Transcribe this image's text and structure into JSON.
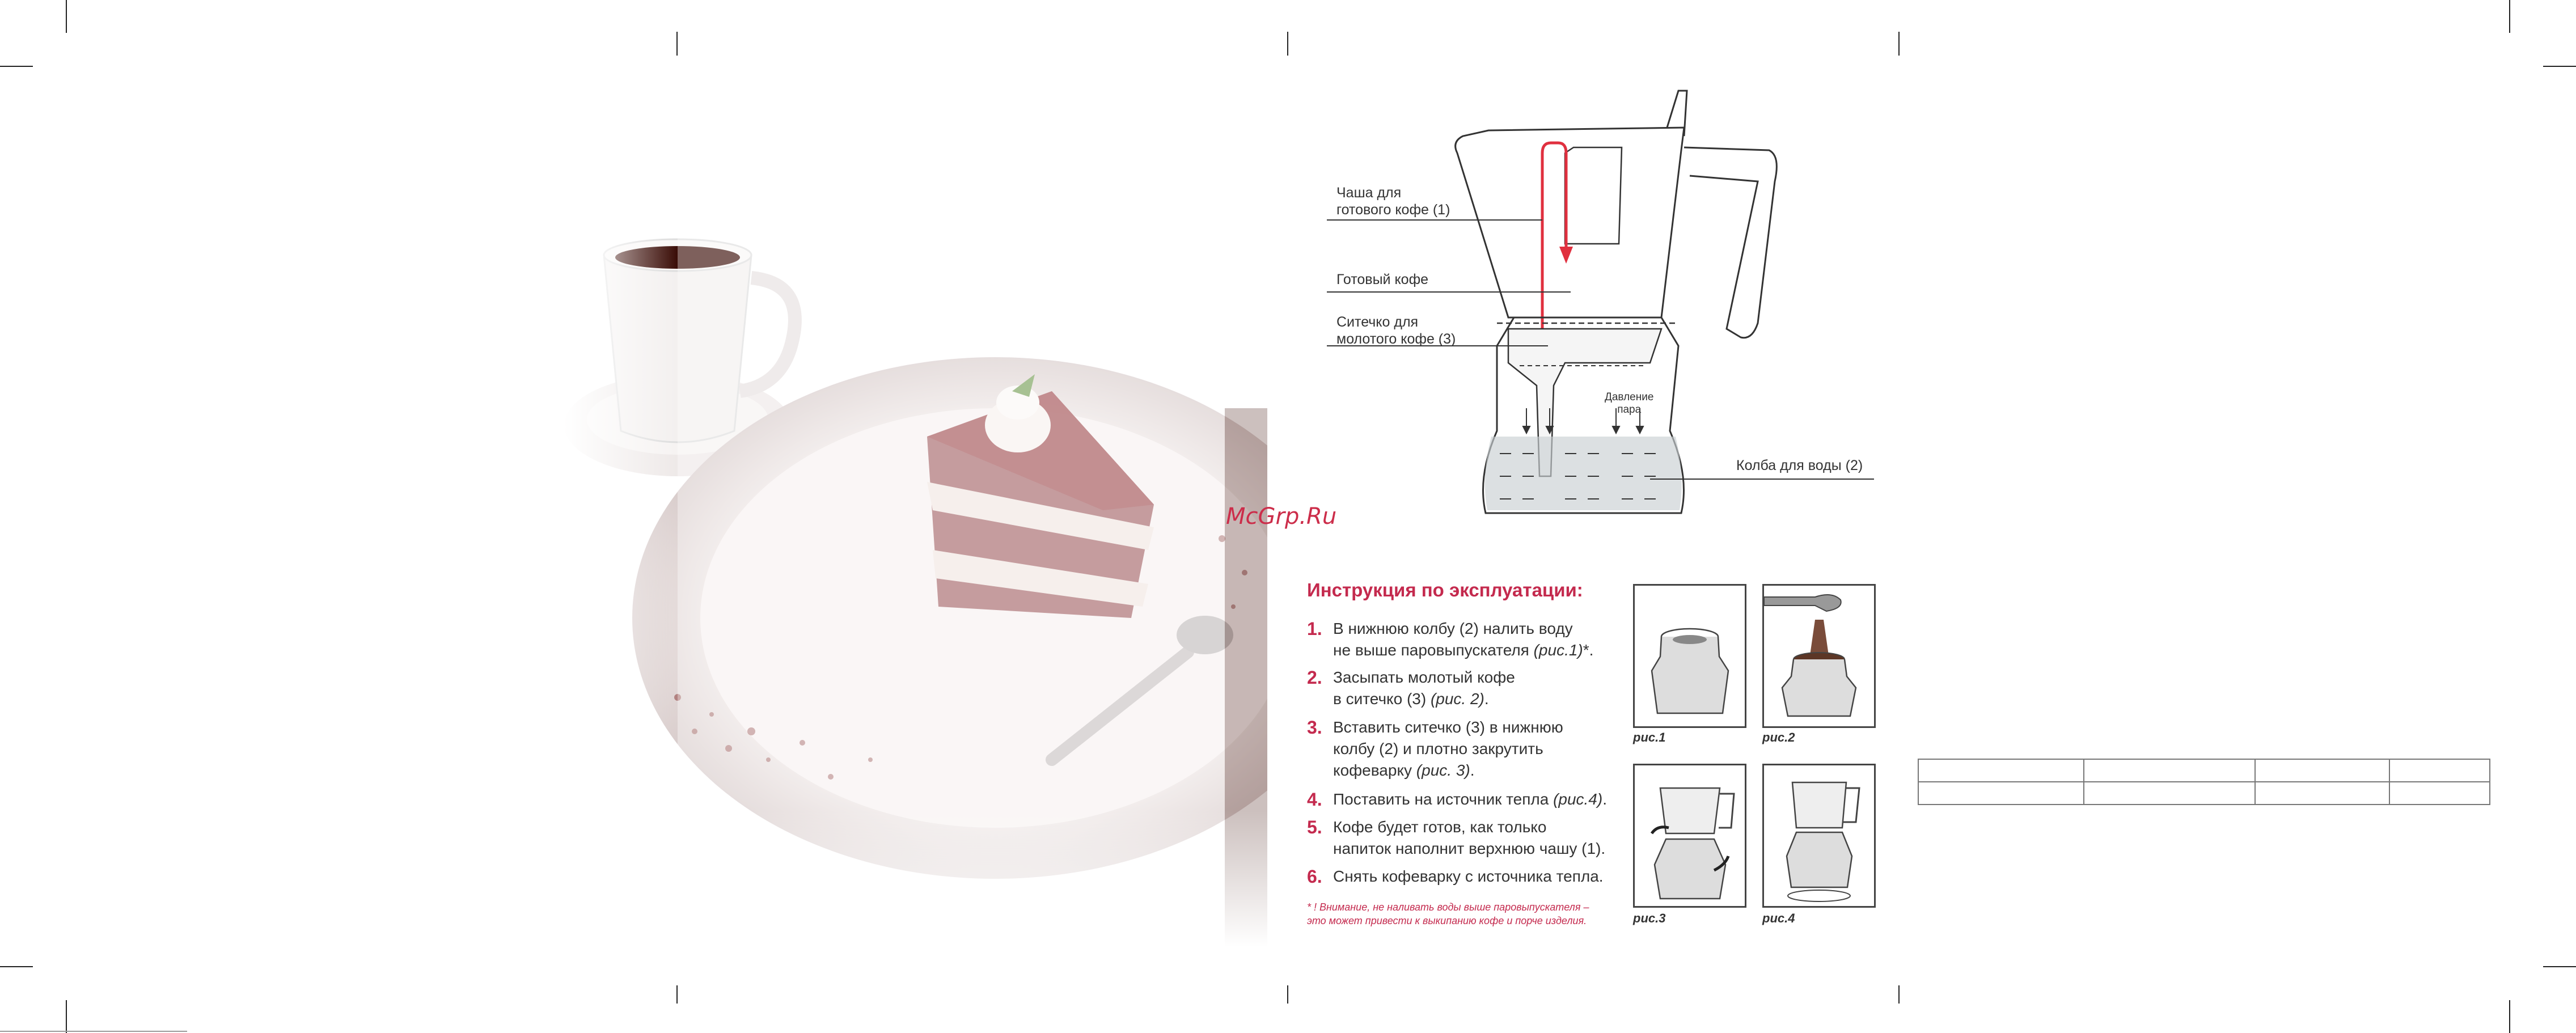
{
  "diagram": {
    "labels": {
      "cup": "Чаша для\nготового кофе (1)",
      "coffee": "Готовый кофе",
      "filter": "Ситечко для\nмолотого кофе (3)",
      "pressure": "Давление\nпара",
      "flask": "Колба для воды (2)"
    }
  },
  "watermark": "McGrp.Ru",
  "instructions": {
    "title": "Инструкция по эксплуатации:",
    "steps": [
      {
        "num": "1.",
        "text": "В нижнюю колбу (2) налить воду\nне выше паровыпускателя ",
        "ref": "(рис.1)",
        "tail": "*."
      },
      {
        "num": "2.",
        "text": "Засыпать молотый кофе\nв ситечко (3) ",
        "ref": "(рис. 2)",
        "tail": "."
      },
      {
        "num": "3.",
        "text": "Вставить ситечко (3) в нижнюю\nколбу (2) и плотно закрутить\nкофеварку ",
        "ref": "(рис. 3)",
        "tail": "."
      },
      {
        "num": "4.",
        "text": "Поставить на источник тепла ",
        "ref": "(рис.4)",
        "tail": "."
      },
      {
        "num": "5.",
        "text": "Кофе будет готов, как только\nнапиток наполнит верхнюю чашу (1).",
        "ref": "",
        "tail": ""
      },
      {
        "num": "6.",
        "text": "Снять кофеварку с источника тепла.",
        "ref": "",
        "tail": ""
      }
    ],
    "note": "* ! Внимание, не наливать воды выше паровыпускателя –\nэто может привести к выкипанию кофе и порче изделия."
  },
  "figures": {
    "fig1": "рис.1",
    "fig2": "рис.2",
    "fig3": "рис.3",
    "fig4": "рис.4"
  },
  "colors": {
    "accent": "#c42a4e",
    "arrow": "#e0303f"
  }
}
